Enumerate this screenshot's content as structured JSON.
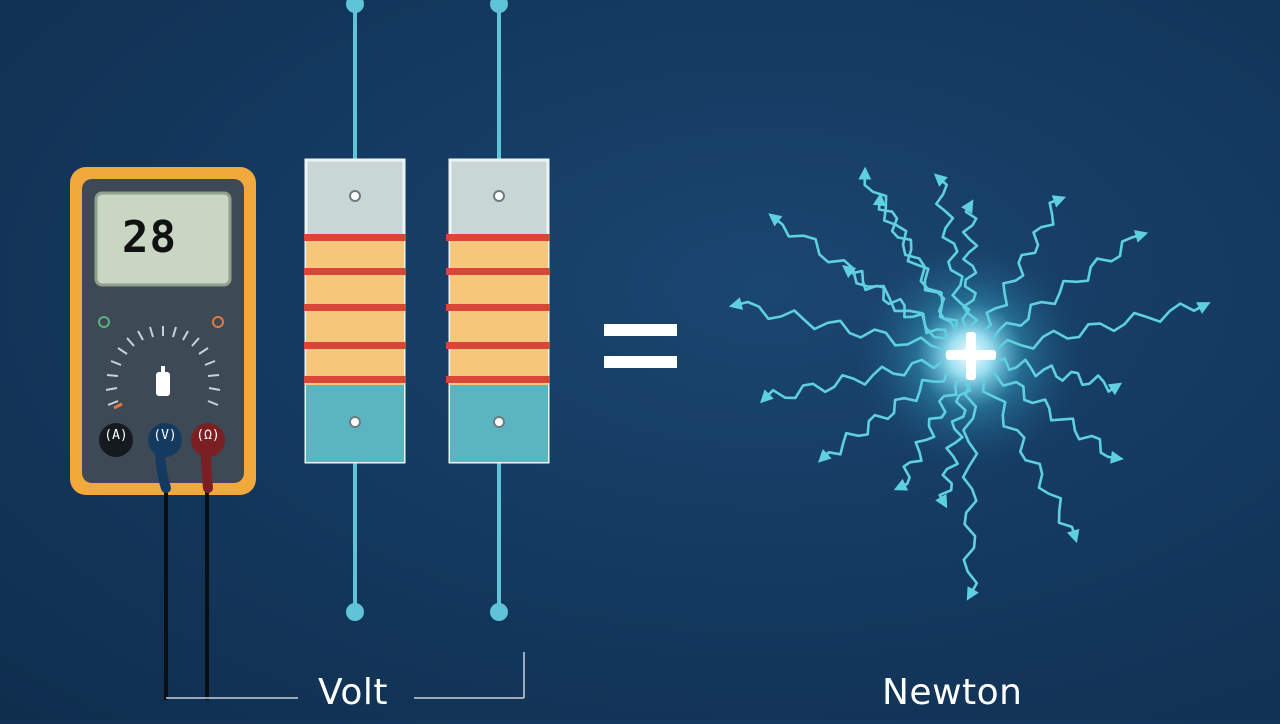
{
  "multimeter": {
    "reading": "28",
    "reading_suffix": "",
    "ports": [
      "(A)",
      "(V)",
      "(Ω)"
    ]
  },
  "labels": {
    "left": "Volt",
    "right": "Newton"
  },
  "charge": {
    "symbol": "+"
  },
  "colors": {
    "background": "#143a60",
    "meter_body": "#f2a93b",
    "meter_face": "#3d4a55",
    "resistor_band": "#d8463a",
    "resistor_body": "#f6c77a",
    "field_line": "#5fd0e0"
  },
  "icons": [
    "multimeter-icon",
    "resistor-icon",
    "equals-sign-icon",
    "positive-charge-icon",
    "field-arrow-icon"
  ]
}
